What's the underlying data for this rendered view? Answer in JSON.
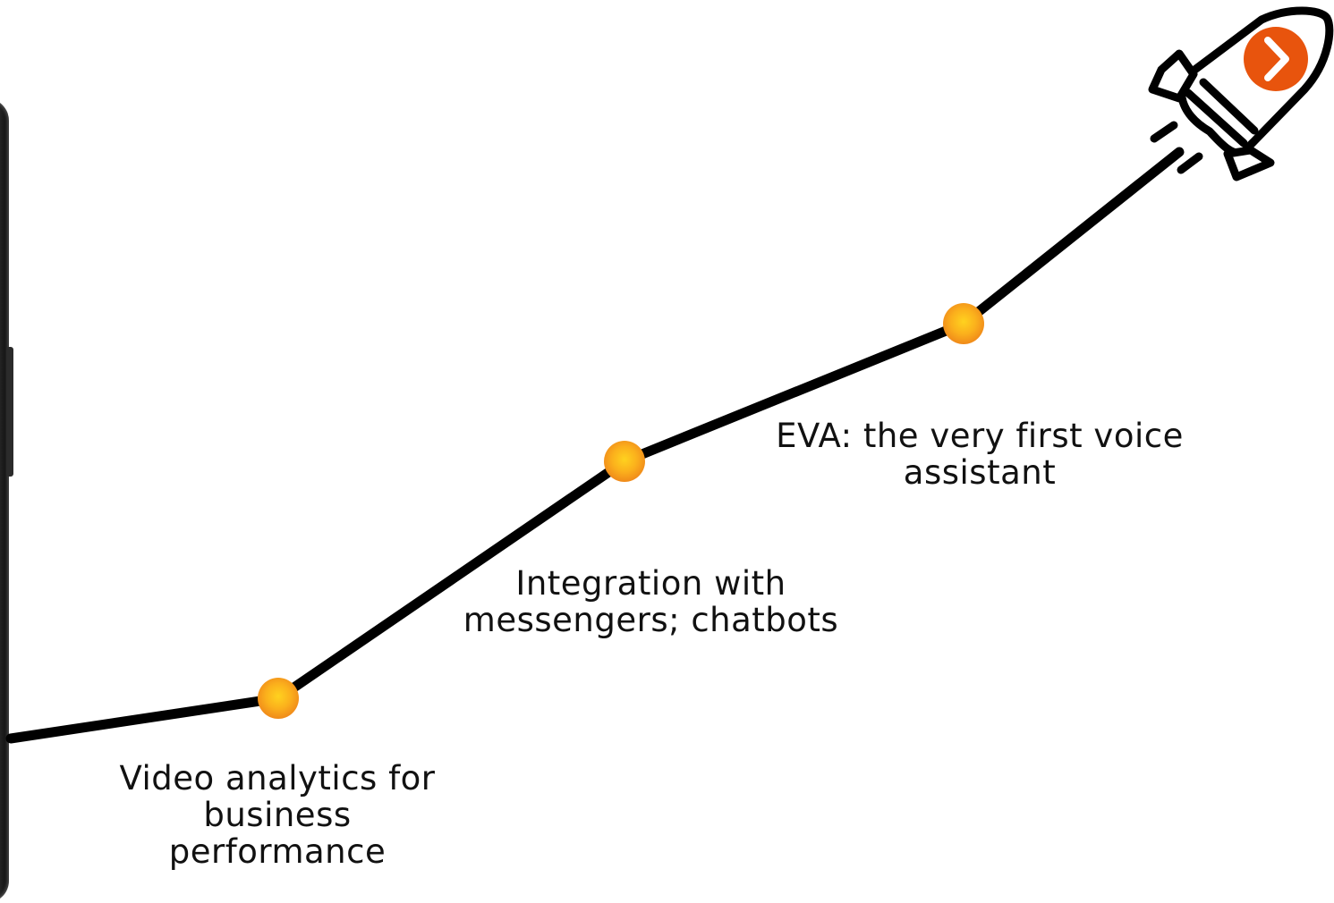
{
  "milestones": [
    {
      "label": "Video analytics for\nbusiness\nperformance"
    },
    {
      "label": "Integration with\nmessengers; chatbots"
    },
    {
      "label": "EVA: the very first voice\nassistant"
    }
  ],
  "colors": {
    "line": "#000000",
    "dot_center": "#ffd21f",
    "dot_edge": "#f08a1a",
    "rocket_badge": "#e8540d",
    "text": "#111111"
  },
  "icons": {
    "rocket": "rocket-icon",
    "badge": "chevron-right-icon"
  }
}
